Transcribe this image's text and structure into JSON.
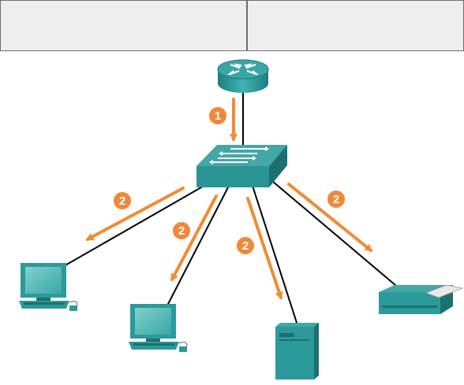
{
  "header_row": {
    "cells": [
      "",
      ""
    ]
  },
  "colors": {
    "device_teal": "#2a9a9a",
    "device_dark": "#1d6f70",
    "arrow_orange": "#f28a32",
    "badge_orange": "#f0883a",
    "cable": "#000000",
    "header_fill": "#eeeeee",
    "header_border": "#6e6e6e"
  },
  "icons": [
    "router-icon",
    "switch-icon",
    "pc-icon",
    "server-icon",
    "printer-icon"
  ],
  "badges": [
    {
      "id": "router-to-switch",
      "label": "1"
    },
    {
      "id": "switch-to-pc-left",
      "label": "2"
    },
    {
      "id": "switch-to-pc-center",
      "label": "2"
    },
    {
      "id": "switch-to-server",
      "label": "2"
    },
    {
      "id": "switch-to-printer",
      "label": "2"
    }
  ]
}
